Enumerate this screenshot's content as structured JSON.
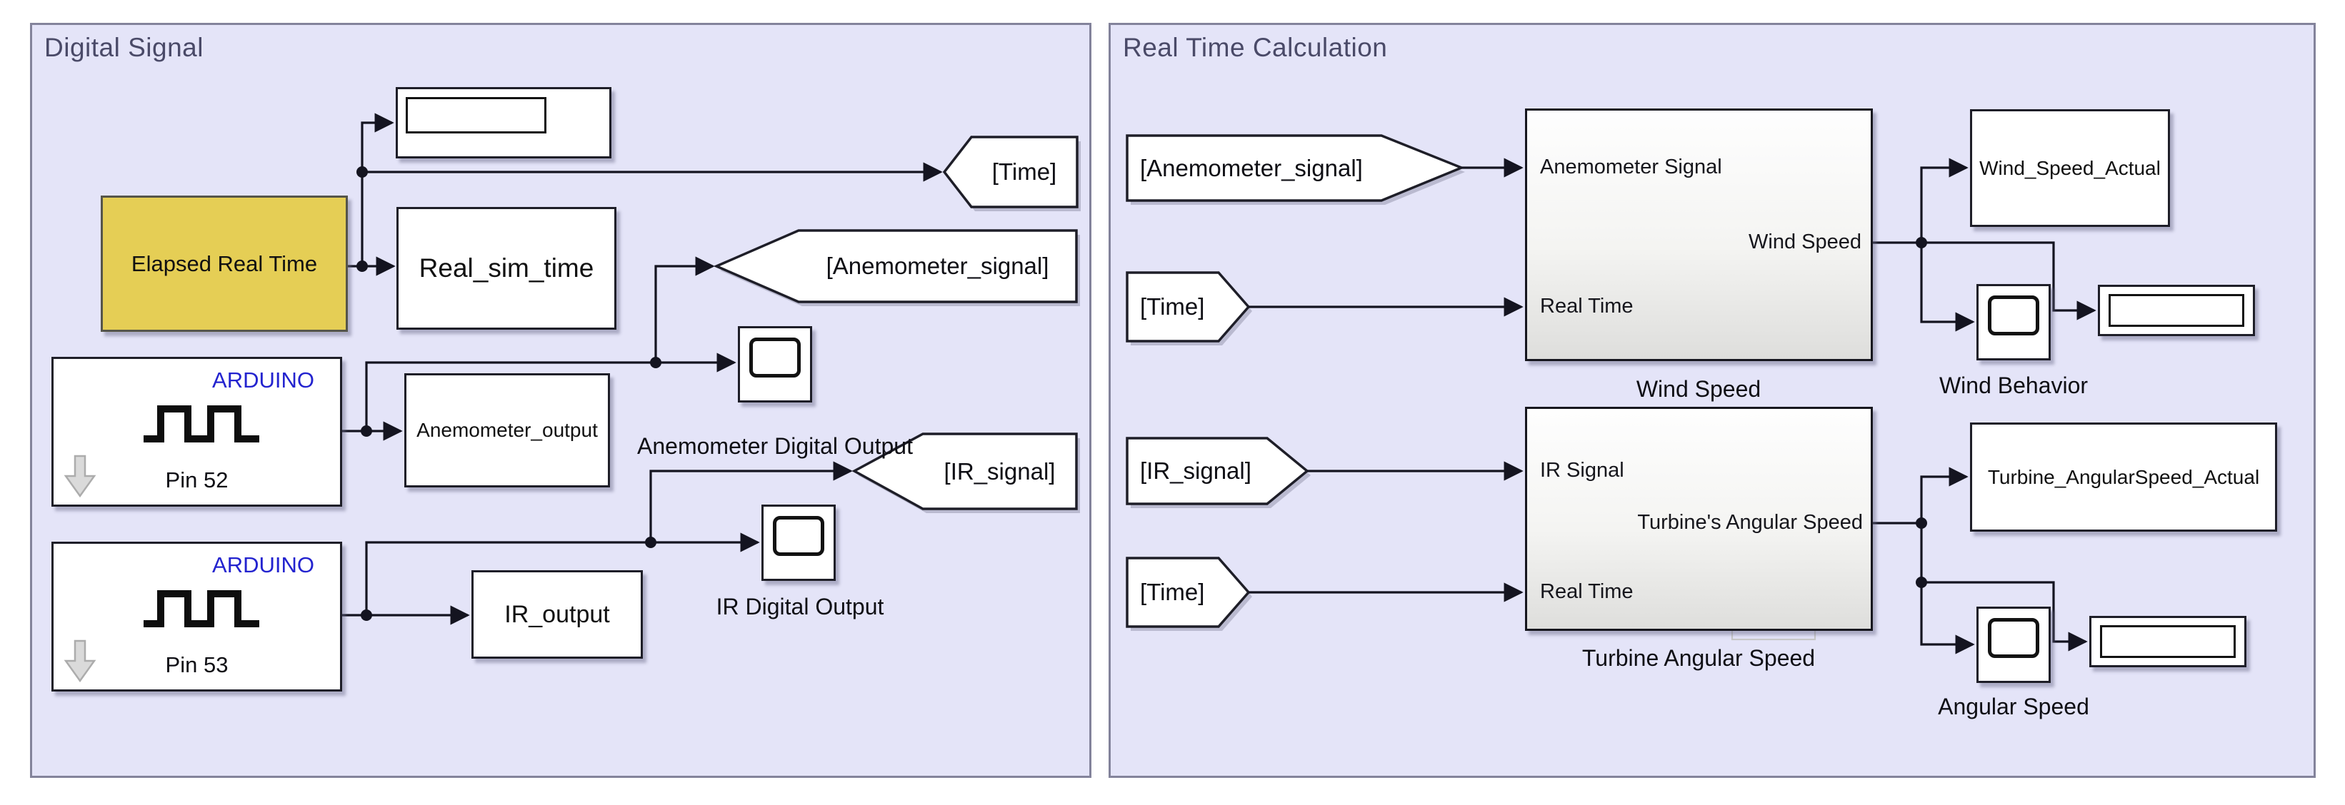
{
  "digital_signal_panel": {
    "title": "Digital Signal",
    "blocks": {
      "elapsed_real_time": {
        "label": "Elapsed Real Time"
      },
      "real_sim_time": {
        "label": "Real_sim_time"
      },
      "display_top": {
        "value": ""
      },
      "goto_time": {
        "label": "[Time]"
      },
      "goto_anemometer": {
        "label": "[Anemometer_signal]"
      },
      "goto_ir": {
        "label": "[IR_signal]"
      },
      "pin52": {
        "brand": "ARDUINO",
        "label": "Pin 52"
      },
      "pin53": {
        "brand": "ARDUINO",
        "label": "Pin 53"
      },
      "anemometer_output": {
        "label": "Anemometer_output"
      },
      "ir_output": {
        "label": "IR_output"
      },
      "scope_anemometer": {
        "label": "Anemometer Digital Output"
      },
      "scope_ir": {
        "label": "IR Digital Output"
      }
    }
  },
  "real_time_panel": {
    "title": "Real Time Calculation",
    "blocks": {
      "from_anemometer": {
        "label": "[Anemometer_signal]"
      },
      "from_time_top": {
        "label": "[Time]"
      },
      "from_ir": {
        "label": "[IR_signal]"
      },
      "from_time_bottom": {
        "label": "[Time]"
      },
      "wind_speed_subsystem": {
        "label": "Wind Speed",
        "ports": {
          "in1": "Anemometer Signal",
          "in2": "Real Time",
          "out": "Wind Speed"
        }
      },
      "turbine_subsystem": {
        "label": "Turbine Angular Speed",
        "ports": {
          "in1": "IR Signal",
          "in2": "Real Time",
          "out": "Turbine's Angular Speed"
        }
      },
      "wind_speed_actual": {
        "label": "Wind_Speed_Actual"
      },
      "turbine_angularspeed_actual": {
        "label": "Turbine_AngularSpeed_Actual"
      },
      "scope_wind": {
        "label": "Wind Behavior"
      },
      "scope_angular": {
        "label": "Angular Speed"
      },
      "display_wind": {
        "value": ""
      },
      "display_angular": {
        "value": ""
      }
    }
  },
  "colors": {
    "panel_fill": "#E4E4F8",
    "panel_border": "#83839B",
    "panel_title": "#4A4A68",
    "block_border": "#1E1E28",
    "accent_yellow": "#E5CE55",
    "arduino_blue": "#2323CF",
    "wire": "#141420",
    "subsystem_preview": "#C7C7C7"
  }
}
